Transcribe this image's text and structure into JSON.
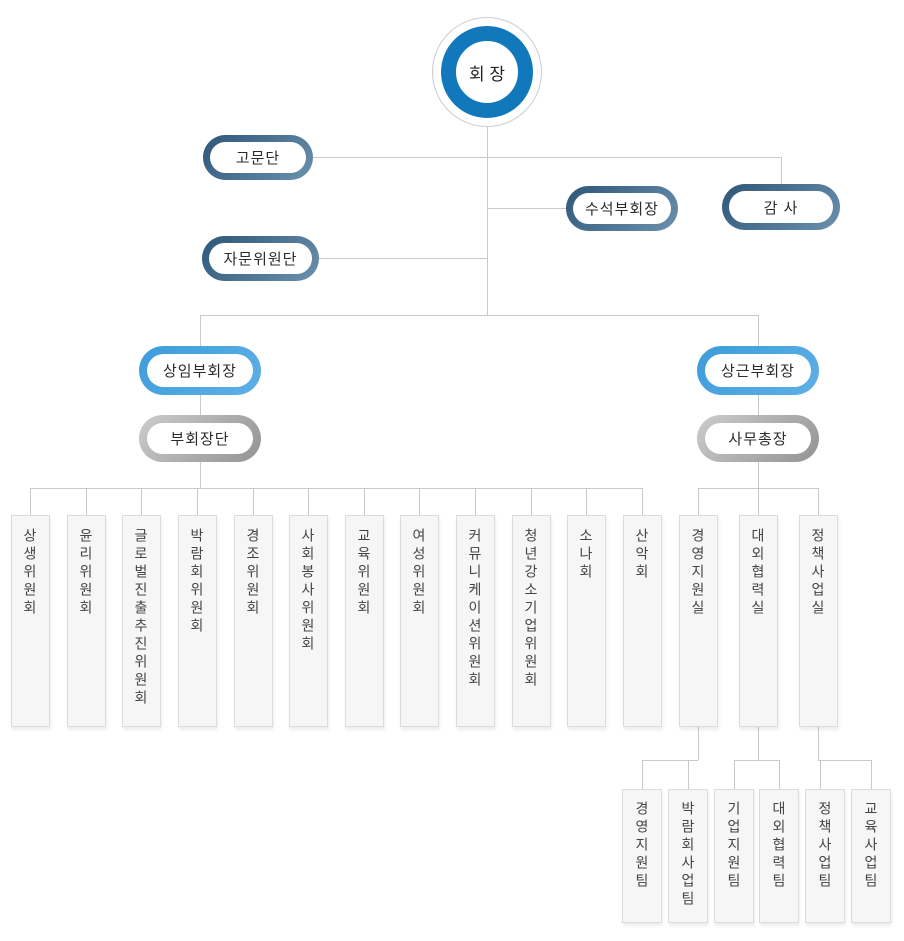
{
  "nodes": {
    "chairman": "회 장",
    "advisory_group": "고문단",
    "senior_vice_chairman": "수석부회장",
    "auditor": "감 사",
    "advisory_committee": "자문위원단",
    "standing_vice_chairman": "상임부회장",
    "vice_chairman_group": "부회장단",
    "resident_vice_chairman": "상근부회장",
    "secretary_general": "사무총장"
  },
  "committees": [
    "상생위원회",
    "윤리위원회",
    "글로벌진출추진위원회",
    "박람회위원회",
    "경조위원회",
    "사회봉사위원회",
    "교육위원회",
    "여성위원회",
    "커뮤니케이션위원회",
    "청년강소기업위원회",
    "소나회",
    "산악회"
  ],
  "offices": [
    {
      "label": "경영지원실",
      "teams": [
        "경영지원팀",
        "박람회사업팀"
      ]
    },
    {
      "label": "대외협력실",
      "teams": [
        "기업지원팀",
        "대외협력팀"
      ]
    },
    {
      "label": "정책사업실",
      "teams": [
        "정책사업팀",
        "교육사업팀"
      ]
    }
  ],
  "colors": {
    "chairman_ring_blue": "#1278bc",
    "vice_chairman_blue": "#47a3e0",
    "executive_navy": "#31597c",
    "staff_gray": "#a8a8a8",
    "connector_line": "#c9c9c9",
    "box_background": "#f6f6f6",
    "box_border": "#dcdcdc"
  }
}
